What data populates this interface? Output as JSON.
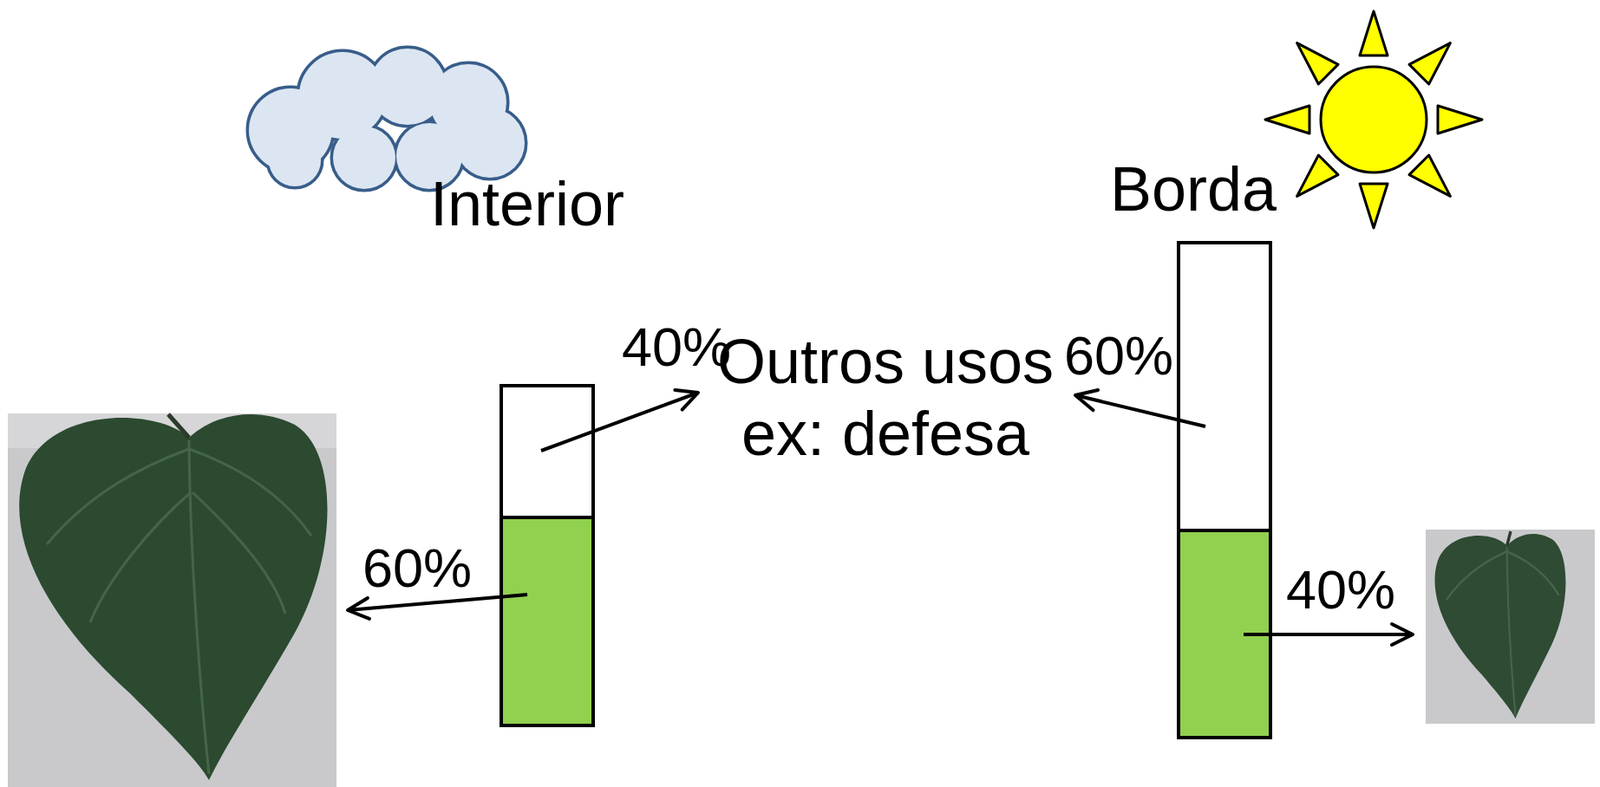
{
  "diagram": {
    "labels": [
      "Interior",
      "Borda",
      "40%",
      "Outros usos ex: defesa",
      "60%",
      "60%",
      "40%"
    ]
  }
}
